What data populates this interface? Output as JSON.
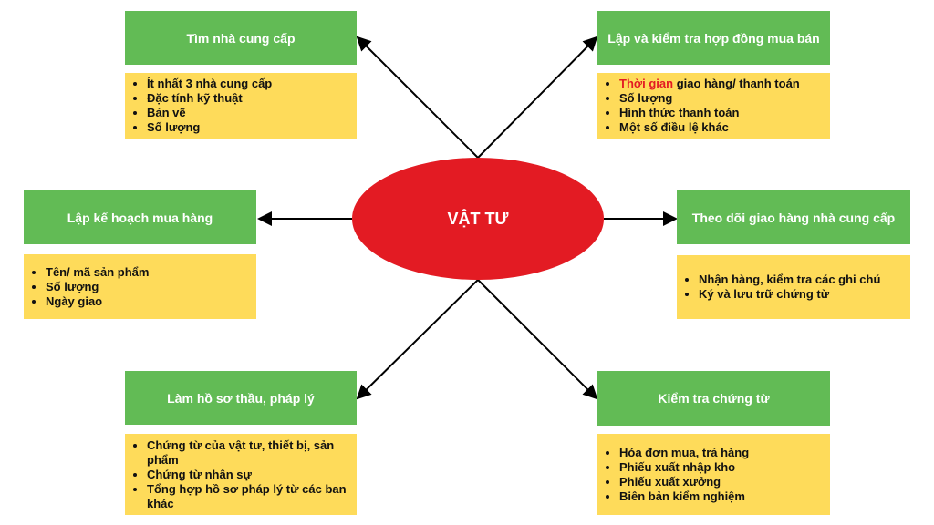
{
  "center": {
    "label": "VẬT TƯ"
  },
  "nodes": {
    "find_supplier": {
      "title": "Tìm nhà cung cấp",
      "items": [
        "Ít nhất 3 nhà cung cấp",
        "Đặc tính kỹ thuật",
        "Bản vẽ",
        "Số lượng"
      ]
    },
    "contract": {
      "title": "Lập và kiểm tra hợp đồng mua bán",
      "highlight": "Thời gian",
      "first_item_rest": " giao hàng/ thanh toán",
      "items": [
        "Số lượng",
        "Hình thức thanh toán",
        "Một số điều lệ khác"
      ]
    },
    "plan": {
      "title": "Lập kế hoạch mua hàng",
      "items": [
        "Tên/ mã sản phẩm",
        "Số lượng",
        "Ngày giao"
      ]
    },
    "track": {
      "title": "Theo dõi giao hàng nhà cung cấp",
      "items": [
        "Nhận hàng, kiểm tra các ghi chú",
        "Ký và lưu trữ chứng từ"
      ]
    },
    "bid": {
      "title": "Làm hồ sơ thầu, pháp lý",
      "items": [
        "Chứng từ của vật tư, thiết bị, sản phẩm",
        "Chứng từ nhân sự",
        "Tổng hợp hồ sơ pháp lý từ các ban khác"
      ]
    },
    "check_docs": {
      "title": "Kiểm tra chứng từ",
      "items": [
        "Hóa đơn mua, trả hàng",
        "Phiếu xuất nhập kho",
        "Phiếu xuất xưởng",
        "Biên bản kiểm nghiệm"
      ]
    }
  },
  "colors": {
    "title_bg": "#62bb55",
    "list_bg": "#fedb5a",
    "center_bg": "#e31b23",
    "highlight": "#e31b23"
  }
}
